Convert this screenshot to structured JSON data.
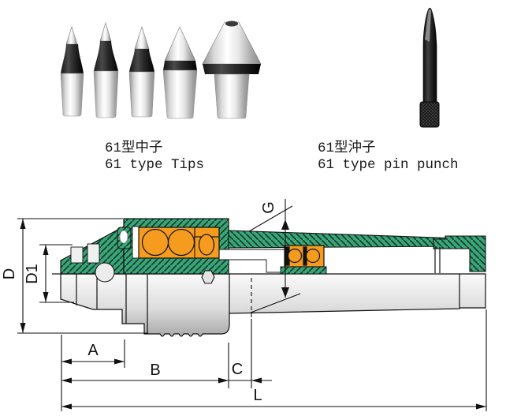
{
  "products": {
    "tips": {
      "title_zh": "61型中子",
      "title_en": "61 type Tips"
    },
    "pin_punch": {
      "title_zh": "61型沖子",
      "title_en": "61 type pin punch"
    }
  },
  "diagram": {
    "type": "cross-section of interchangeable-tip rotary live center",
    "dimensions": {
      "D": "D",
      "D1": "D1",
      "A": "A",
      "B": "B",
      "C": "C",
      "L": "L",
      "G": "G"
    }
  },
  "colors": {
    "housing_green": "#3aa578",
    "bearing_orange": "#f59c1f",
    "outline": "#111111"
  }
}
